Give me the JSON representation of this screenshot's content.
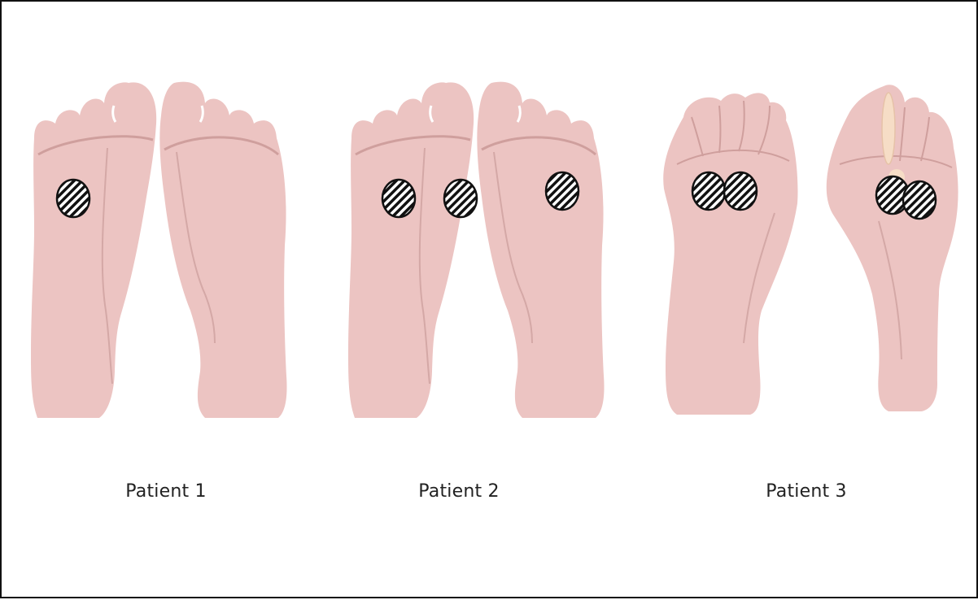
{
  "figure": {
    "border_color": "#111111",
    "foot_color": "#ecc4c2",
    "foot_line_color": "#cf9f9d",
    "lesion_pattern": "black-white diagonal stripes",
    "patients": [
      {
        "label": "Patient 1",
        "lesion_count": 1,
        "left_foot_lesions": 1,
        "right_foot_lesions": 0
      },
      {
        "label": "Patient 2",
        "lesion_count": 3,
        "left_foot_lesions": 2,
        "right_foot_lesions": 1
      },
      {
        "label": "Patient 3",
        "lesion_count": 4,
        "left_foot_lesions": 2,
        "right_foot_lesions": 2,
        "amputated_toes": true,
        "right_foot_toe_mark": true
      }
    ]
  }
}
